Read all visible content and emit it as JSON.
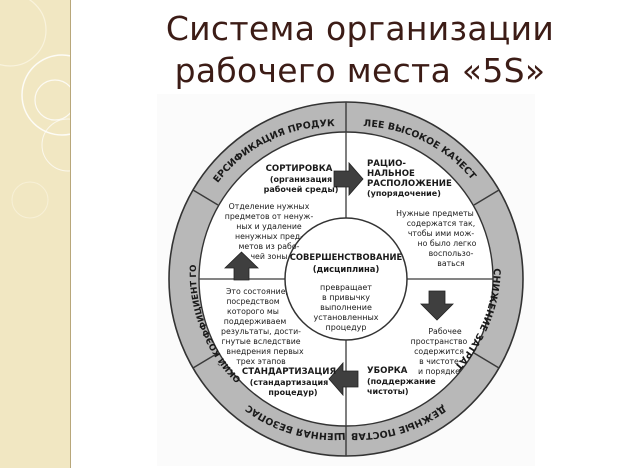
{
  "title": {
    "line1": "Система организации",
    "line2": "рабочего места «5S»"
  },
  "diagram": {
    "outer_ring": {
      "top_left": "ДИВЕРСИФИКАЦИЯ ПРОДУКТОВ",
      "top_right": "БОЛЕЕ ВЫСОКОЕ КАЧЕСТВО",
      "right": "СНИЖЕНИЕ ЗАТРАТ",
      "bottom_right": "НАДЕЖНЫЕ ПОСТАВКИ",
      "bottom_left": "ПОВЫШЕННАЯ БЕЗОПАСНОСТЬ",
      "left": "БОЛЕЕ ВЫСОКИЙ КОЭФФИЦИЕНТ ГОТОВНОСТИ"
    },
    "center": {
      "title": "СОВЕРШЕНСТВОВАНИЕ",
      "subtitle": "(дисциплина)",
      "line1": "превращает",
      "line2": "в привычку",
      "line3": "выполнение",
      "line4": "установленных",
      "line5": "процедур"
    },
    "sort": {
      "title": "СОРТИРОВКА",
      "sub1": "(организация",
      "sub2": "рабочей среды)",
      "d1": "Отделение нужных",
      "d2": "предметов от ненуж-",
      "d3": "ных и удаление",
      "d4": "ненужных пред-",
      "d5": "метов из рабо-",
      "d6": "чей зоны"
    },
    "arrange": {
      "t1": "РАЦИО-",
      "t2": "НАЛЬНОЕ",
      "t3": "РАСПОЛОЖЕНИЕ",
      "sub": "(упорядочение)",
      "d1": "Нужные предметы",
      "d2": "содержатся так,",
      "d3": "чтобы ими мож-",
      "d4": "но было легко",
      "d5": "воспользо-",
      "d6": "ваться"
    },
    "clean": {
      "title": "УБОРКА",
      "sub1": "(поддержание",
      "sub2": "чистоты)",
      "d1": "Рабочее",
      "d2": "пространство",
      "d3": "содержится",
      "d4": "в чистоте",
      "d5": "и порядке"
    },
    "standard": {
      "title": "СТАНДАРТИЗАЦИЯ",
      "sub1": "(стандартизация",
      "sub2": "процедур)",
      "d1": "Это состояние,",
      "d2": "посредством",
      "d3": "которого мы",
      "d4": "поддерживаем",
      "d5": "результаты, дости-",
      "d6": "гнутые вследствие",
      "d7": "внедрения первых",
      "d8": "трех этапов"
    },
    "colors": {
      "ring": "#b5b5b5",
      "line": "#3a3a3a",
      "arrow": "#3f3f3f",
      "title": "#3c1c16"
    }
  }
}
